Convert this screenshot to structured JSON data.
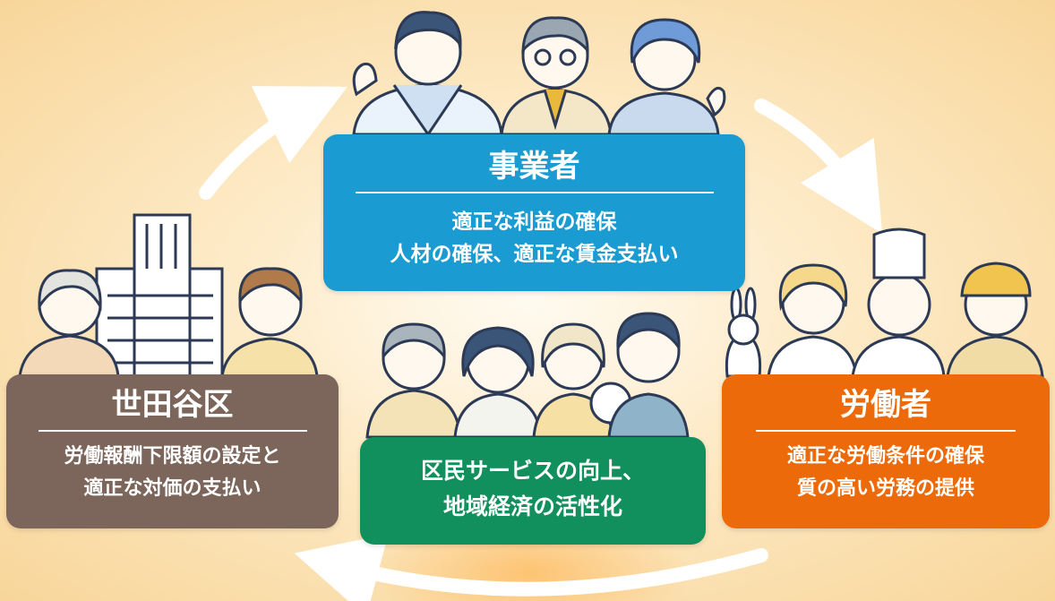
{
  "business": {
    "title": "事業者",
    "lines": [
      "適正な利益の確保",
      "人材の確保、適正な賃金支払い"
    ],
    "color": "#1a9bd1"
  },
  "ward": {
    "title": "世田谷区",
    "lines": [
      "労働報酬下限額の設定と",
      "適正な対価の支払い"
    ],
    "color": "#7c655a"
  },
  "worker": {
    "title": "労働者",
    "lines": [
      "適正な労働条件の確保",
      "質の高い労務の提供"
    ],
    "color": "#ec6a0a"
  },
  "community": {
    "lines": [
      "区民サービスの向上、",
      "地域経済の活性化"
    ],
    "color": "#118f5c"
  },
  "illustrations": [
    "business-owners-illustration",
    "city-building-illustration",
    "workers-illustration",
    "residents-family-illustration",
    "cycle-arrows"
  ]
}
